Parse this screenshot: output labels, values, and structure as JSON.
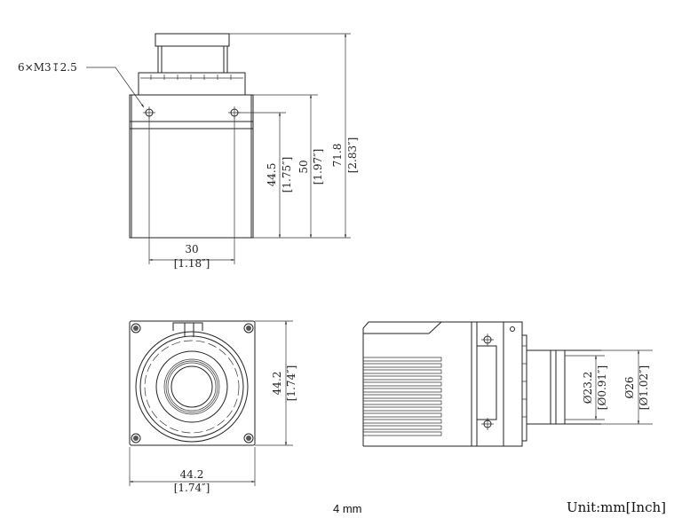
{
  "drawing": {
    "thread_note": "6×M3↧2.5",
    "top_view": {
      "width_mm": "30",
      "width_in": "[1.18″]",
      "hole_height_mm": "44.5",
      "hole_height_in": "[1.75″]",
      "body_height_mm": "50",
      "body_height_in": "[1.97″]",
      "total_height_mm": "71.8",
      "total_height_in": "[2.83″]"
    },
    "front_view": {
      "height_mm": "44.2",
      "height_in": "[1.74″]",
      "width_mm": "44.2",
      "width_in": "[1.74″]"
    },
    "side_view": {
      "inner_dia_mm": "Ø23.2",
      "inner_dia_in": "[Ø0.91″]",
      "outer_dia_mm": "Ø26",
      "outer_dia_in": "[Ø1.02″]"
    },
    "caption": "4 mm",
    "unit_label": "Unit:mm[Inch]"
  }
}
